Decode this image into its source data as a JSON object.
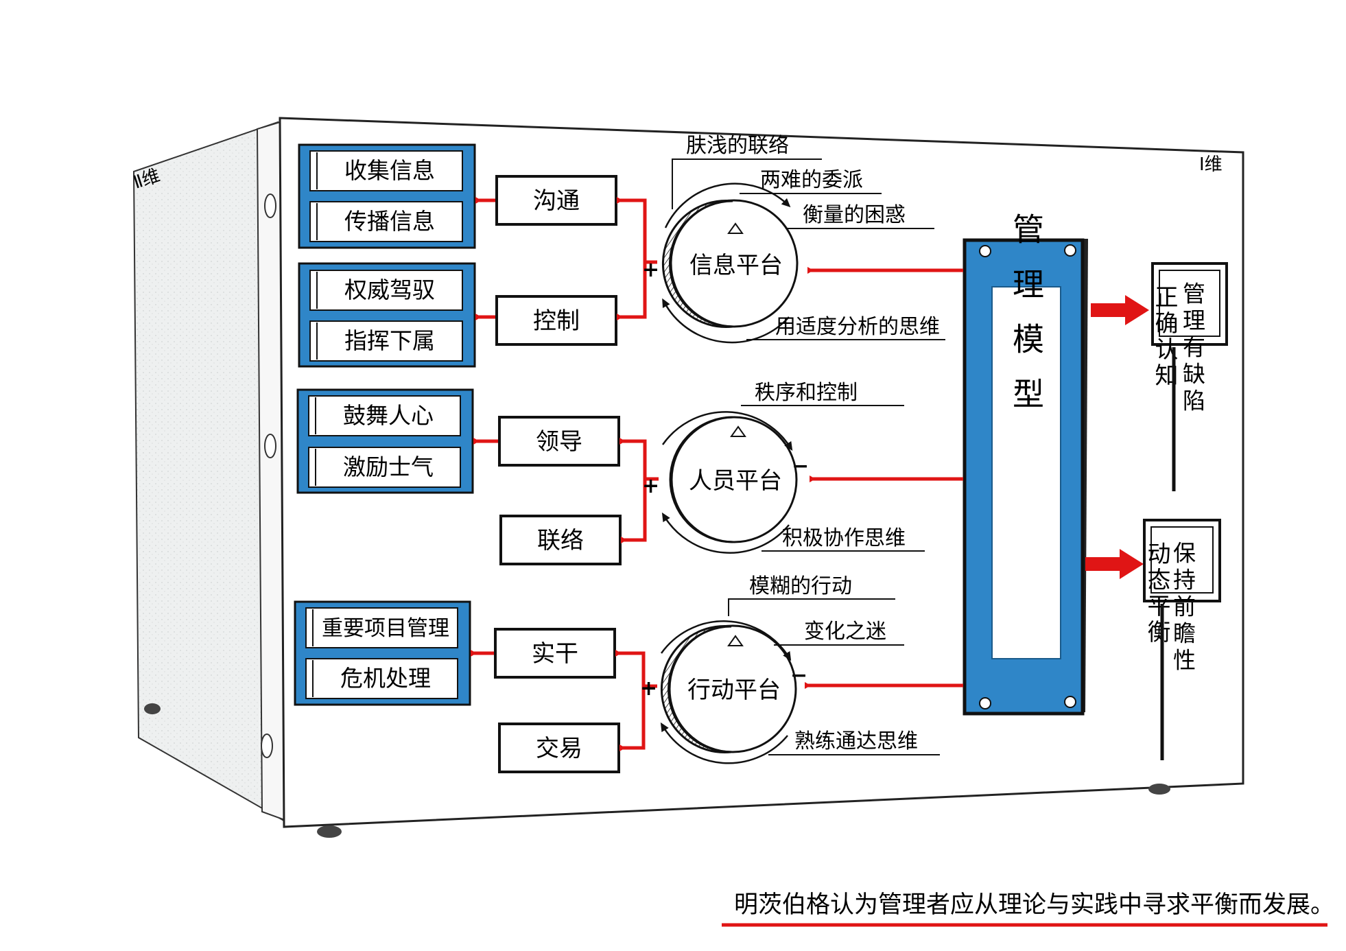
{
  "labels": {
    "left_dim": "Ⅱ维",
    "right_dim": "Ⅰ维",
    "plus": "+",
    "minus": "−",
    "caption": "明茨伯格认为管理者应从理论与实践中寻求平衡而发展。"
  },
  "platforms": [
    {
      "name": "信息平台",
      "pillars": [
        {
          "label": "沟通",
          "items": [
            "收集信息",
            "传播信息"
          ]
        },
        {
          "label": "控制",
          "items": [
            "权威驾驭",
            "指挥下属"
          ]
        }
      ],
      "issues": [
        "肤浅的联络",
        "两难的委派",
        "衡量的困惑"
      ],
      "thinking": "用适度分析的思维"
    },
    {
      "name": "人员平台",
      "pillars": [
        {
          "label": "领导",
          "items": [
            "鼓舞人心",
            "激励士气"
          ]
        },
        {
          "label": "联络",
          "items": []
        }
      ],
      "issues": [
        "秩序和控制"
      ],
      "thinking": "积极协作思维"
    },
    {
      "name": "行动平台",
      "pillars": [
        {
          "label": "实干",
          "items": [
            "重要项目管理",
            "危机处理"
          ]
        },
        {
          "label": "交易",
          "items": []
        }
      ],
      "issues": [
        "模糊的行动",
        "变化之迷"
      ],
      "thinking": "熟练通达思维"
    }
  ],
  "model": {
    "title": "管理模型"
  },
  "outcomes": [
    {
      "sign": "正确认知",
      "desc": "管理有缺陷"
    },
    {
      "sign": "动态平衡",
      "desc": "保持前瞻性"
    }
  ],
  "colors": {
    "blue": "#2f86c8",
    "red": "#e01515",
    "ink": "#111111"
  }
}
